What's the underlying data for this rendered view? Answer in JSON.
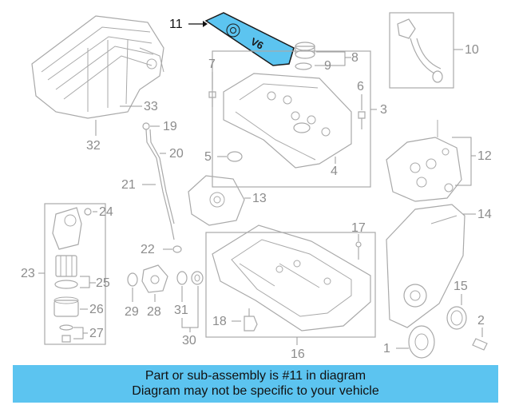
{
  "labels": {
    "l1": "1",
    "l2": "2",
    "l3": "3",
    "l4": "4",
    "l5": "5",
    "l6": "6",
    "l7": "7",
    "l8": "8",
    "l9": "9",
    "l10": "10",
    "l11": "11",
    "l12": "12",
    "l13": "13",
    "l14": "14",
    "l15": "15",
    "l16": "16",
    "l17": "17",
    "l18": "18",
    "l19": "19",
    "l20": "20",
    "l21": "21",
    "l22": "22",
    "l23": "23",
    "l24": "24",
    "l25": "25",
    "l26": "26",
    "l27": "27",
    "l28": "28",
    "l29": "29",
    "l30": "30",
    "l31": "31",
    "l32": "32",
    "l33": "33"
  },
  "highlighted_part": "11",
  "cover_badge": "V6",
  "colors": {
    "highlight": "#5cc4f0",
    "line": "#a9a9a9",
    "label": "#8c8c8c"
  },
  "banner": {
    "line1": "Part or sub-assembly is #11 in diagram",
    "line2": "Diagram may not be specific to your vehicle"
  }
}
